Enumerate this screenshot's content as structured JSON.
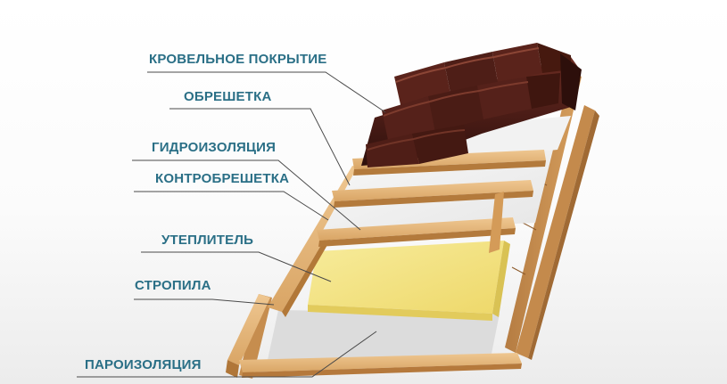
{
  "diagram": {
    "label_color": "#2a6f86",
    "leader_color": "#4a4a4a",
    "colors": {
      "tile_dark": "#3a1612",
      "tile_mid": "#5b241c",
      "tile_light": "#7a3a2c",
      "wood_light": "#e8b878",
      "wood_mid": "#cf9a5a",
      "wood_dark": "#a8723c",
      "membrane": "#f4f4f4",
      "insulation": "#f3e27e"
    },
    "labels": [
      {
        "id": "roofing",
        "text": "КРОВЕЛЬНОЕ ПОКРЫТИЕ"
      },
      {
        "id": "battens",
        "text": "ОБРЕШЕТКА"
      },
      {
        "id": "waterproofing",
        "text": "ГИДРОИЗОЛЯЦИЯ"
      },
      {
        "id": "counter_battens",
        "text": "КОНТРОБРЕШЕТКА"
      },
      {
        "id": "insulation",
        "text": "УТЕПЛИТЕЛЬ"
      },
      {
        "id": "rafters",
        "text": "СТРОПИЛА"
      },
      {
        "id": "vapor_barrier",
        "text": "ПАРОИЗОЛЯЦИЯ"
      }
    ]
  }
}
